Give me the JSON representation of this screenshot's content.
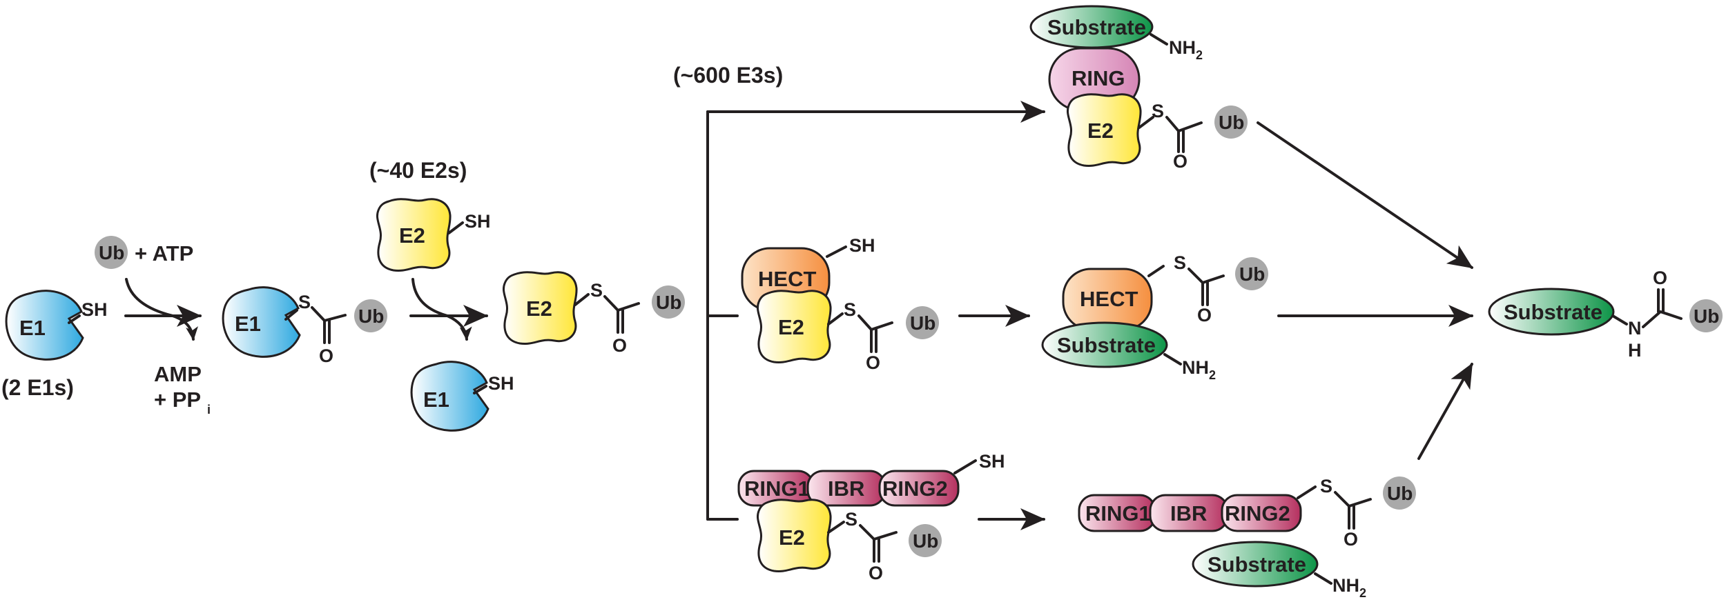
{
  "counts": {
    "e1": "(2 E1s)",
    "e2": "(~40 E2s)",
    "e3": "(~600 E3s)"
  },
  "labels": {
    "e1": "E1",
    "e2": "E2",
    "ub": "Ub",
    "hect": "HECT",
    "ring": "RING",
    "ring1": "RING1",
    "ibr": "IBR",
    "ring2": "RING2",
    "substrate": "Substrate"
  },
  "chem": {
    "s": "S",
    "o": "O",
    "sh": "SH",
    "n": "N",
    "h": "H",
    "nh": "NH",
    "nh_sub": "2"
  },
  "reagents": {
    "plus_atp": "+ ATP",
    "amp": "AMP",
    "plus_pp": "+ PP",
    "pp_sub": "i"
  },
  "colors": {
    "e1": "#5bbfe8",
    "e2": "#ffe96a",
    "hect": "#f9a25c",
    "ring": "#e3a1c8",
    "rbr": "#c64d7c",
    "substrate": "#2aa15f",
    "ub": "#a9a9a9",
    "ink": "#231f20"
  }
}
